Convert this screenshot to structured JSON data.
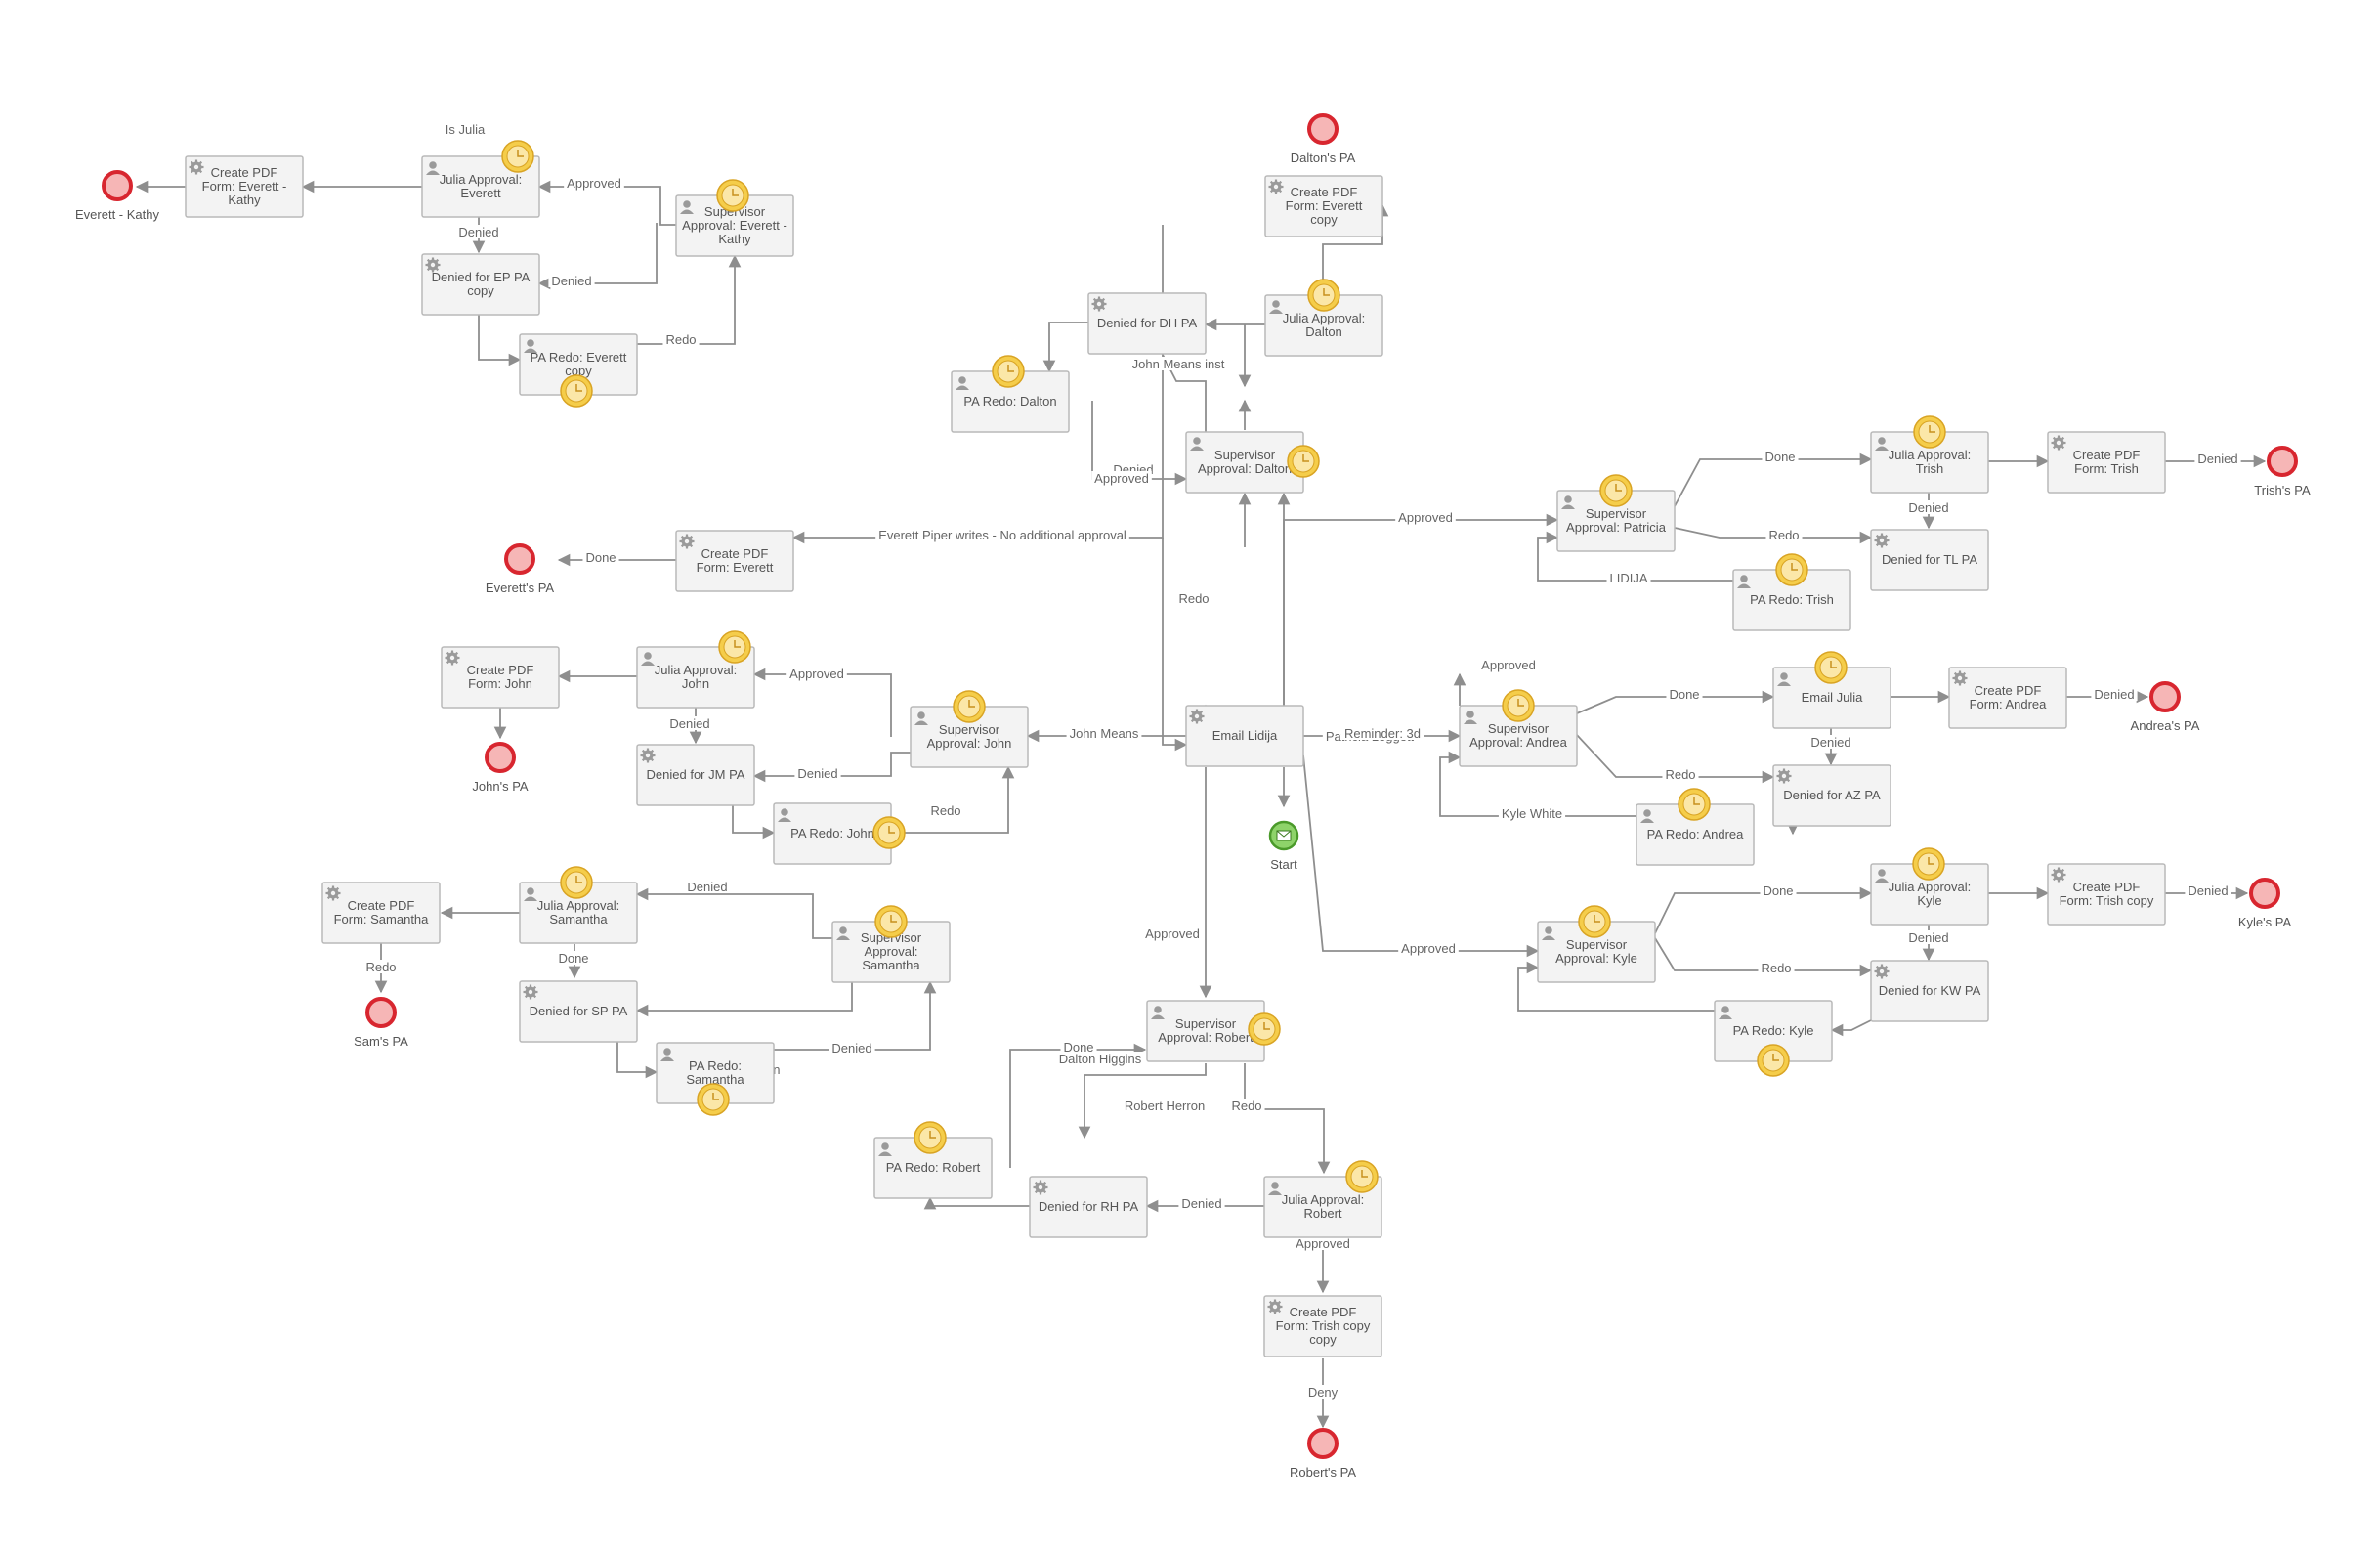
{
  "colors": {
    "task_fill": "#f3f3f3",
    "task_border": "#b9b9b9",
    "end_event": "#d8262f",
    "start_event": "#4a9a2a",
    "timer": "#f5cd4a",
    "flow": "#8e8e8e"
  },
  "tasks": [
    {
      "id": "t_create_everett_kathy",
      "icon": "gear-icon",
      "lines": [
        "Create PDF",
        "Form: Everett -",
        "Kathy"
      ]
    },
    {
      "id": "t_julia_everett",
      "icon": "user-icon",
      "lines": [
        "Julia Approval:",
        "Everett"
      ]
    },
    {
      "id": "t_sup_everett_kathy",
      "icon": "user-icon",
      "lines": [
        "Supervisor",
        "Approval: Everett -",
        "Kathy"
      ]
    },
    {
      "id": "t_denied_ep",
      "icon": "gear-icon",
      "lines": [
        "Denied for EP PA",
        "copy"
      ]
    },
    {
      "id": "t_redo_everett",
      "icon": "user-icon",
      "lines": [
        "PA Redo: Everett",
        "copy"
      ]
    },
    {
      "id": "t_create_everett",
      "icon": "gear-icon",
      "lines": [
        "Create PDF",
        "Form: Everett"
      ]
    },
    {
      "id": "t_create_john",
      "icon": "gear-icon",
      "lines": [
        "Create PDF",
        "Form: John"
      ]
    },
    {
      "id": "t_julia_john",
      "icon": "user-icon",
      "lines": [
        "Julia Approval:",
        "John"
      ]
    },
    {
      "id": "t_denied_jm",
      "icon": "gear-icon",
      "lines": [
        "Denied for JM PA"
      ]
    },
    {
      "id": "t_sup_john",
      "icon": "user-icon",
      "lines": [
        "Supervisor",
        "Approval: John"
      ]
    },
    {
      "id": "t_redo_john",
      "icon": "user-icon",
      "lines": [
        "PA Redo: John"
      ]
    },
    {
      "id": "t_create_samantha",
      "icon": "gear-icon",
      "lines": [
        "Create PDF",
        "Form: Samantha"
      ]
    },
    {
      "id": "t_julia_samantha",
      "icon": "user-icon",
      "lines": [
        "Julia Approval:",
        "Samantha"
      ]
    },
    {
      "id": "t_denied_sp",
      "icon": "gear-icon",
      "lines": [
        "Denied for SP PA"
      ]
    },
    {
      "id": "t_sup_samantha",
      "icon": "user-icon",
      "lines": [
        "Supervisor",
        "Approval:",
        "Samantha"
      ]
    },
    {
      "id": "t_redo_samantha",
      "icon": "user-icon",
      "lines": [
        "PA Redo:",
        "Samantha"
      ]
    },
    {
      "id": "t_create_dalton",
      "icon": "gear-icon",
      "lines": [
        "Create PDF",
        "Form: Everett",
        "copy"
      ]
    },
    {
      "id": "t_denied_dh",
      "icon": "gear-icon",
      "lines": [
        "Denied for DH PA"
      ]
    },
    {
      "id": "t_julia_dalton",
      "icon": "user-icon",
      "lines": [
        "Julia Approval:",
        "Dalton"
      ]
    },
    {
      "id": "t_redo_dalton",
      "icon": "user-icon",
      "lines": [
        "PA Redo: Dalton"
      ]
    },
    {
      "id": "t_sup_dalton",
      "icon": "user-icon",
      "lines": [
        "Supervisor",
        "Approval: Dalton"
      ]
    },
    {
      "id": "t_email_lidija",
      "icon": "gear-icon",
      "lines": [
        "Email Lidija"
      ]
    },
    {
      "id": "t_sup_robert",
      "icon": "user-icon",
      "lines": [
        "Supervisor",
        "Approval: Robert"
      ]
    },
    {
      "id": "t_redo_robert",
      "icon": "user-icon",
      "lines": [
        "PA Redo: Robert"
      ]
    },
    {
      "id": "t_denied_rh",
      "icon": "gear-icon",
      "lines": [
        "Denied for RH PA"
      ]
    },
    {
      "id": "t_julia_robert",
      "icon": "user-icon",
      "lines": [
        "Julia Approval:",
        "Robert"
      ]
    },
    {
      "id": "t_create_robert",
      "icon": "gear-icon",
      "lines": [
        "Create PDF",
        "Form: Trish copy",
        "copy"
      ]
    },
    {
      "id": "t_sup_patricia",
      "icon": "user-icon",
      "lines": [
        "Supervisor",
        "Approval: Patricia"
      ]
    },
    {
      "id": "t_julia_trish",
      "icon": "user-icon",
      "lines": [
        "Julia Approval:",
        "Trish"
      ]
    },
    {
      "id": "t_create_trish",
      "icon": "gear-icon",
      "lines": [
        "Create PDF",
        "Form: Trish"
      ]
    },
    {
      "id": "t_denied_tl",
      "icon": "gear-icon",
      "lines": [
        "Denied for TL PA"
      ]
    },
    {
      "id": "t_redo_trish",
      "icon": "user-icon",
      "lines": [
        "PA Redo: Trish"
      ]
    },
    {
      "id": "t_sup_andrea",
      "icon": "user-icon",
      "lines": [
        "Supervisor",
        "Approval: Andrea"
      ]
    },
    {
      "id": "t_email_julia",
      "icon": "user-icon",
      "lines": [
        "Email Julia"
      ]
    },
    {
      "id": "t_create_andrea",
      "icon": "gear-icon",
      "lines": [
        "Create PDF",
        "Form: Andrea"
      ]
    },
    {
      "id": "t_denied_az",
      "icon": "gear-icon",
      "lines": [
        "Denied for AZ PA"
      ]
    },
    {
      "id": "t_redo_andrea",
      "icon": "user-icon",
      "lines": [
        "PA Redo: Andrea"
      ]
    },
    {
      "id": "t_sup_kyle",
      "icon": "user-icon",
      "lines": [
        "Supervisor",
        "Approval: Kyle"
      ]
    },
    {
      "id": "t_julia_kyle",
      "icon": "user-icon",
      "lines": [
        "Julia Approval:",
        "Kyle"
      ]
    },
    {
      "id": "t_create_kyle",
      "icon": "gear-icon",
      "lines": [
        "Create PDF",
        "Form: Trish copy"
      ]
    },
    {
      "id": "t_denied_kw",
      "icon": "gear-icon",
      "lines": [
        "Denied for KW PA"
      ]
    },
    {
      "id": "t_redo_kyle",
      "icon": "user-icon",
      "lines": [
        "PA Redo: Kyle"
      ]
    }
  ],
  "end_events": [
    {
      "id": "e_everett_kathy",
      "label": "Everett - Kathy"
    },
    {
      "id": "e_everett",
      "label": "Everett's PA"
    },
    {
      "id": "e_john",
      "label": "John's PA"
    },
    {
      "id": "e_sam",
      "label": "Sam's PA"
    },
    {
      "id": "e_dalton",
      "label": "Dalton's PA"
    },
    {
      "id": "e_robert",
      "label": "Robert's PA"
    },
    {
      "id": "e_trish",
      "label": "Trish's PA"
    },
    {
      "id": "e_andrea",
      "label": "Andrea's PA"
    },
    {
      "id": "e_kyle",
      "label": "Kyle's PA"
    }
  ],
  "start_event": {
    "id": "s_start",
    "label": "Start"
  },
  "flow_labels": [
    "Is Julia",
    "Approved",
    "Denied",
    "Denied",
    "Redo",
    "Everett Piper writes - No additional approval",
    "Done",
    "Approved",
    "Denied",
    "Denied",
    "Redo",
    "John Means",
    "Approved",
    "Denied",
    "Denied",
    "Redo",
    "Done",
    "Samantha Peterson",
    "Denied",
    "Denied",
    "Approved",
    "John Means inst",
    "Redo",
    "Dalton Higgins",
    "Robert Herron",
    "Redo",
    "Denied",
    "Approved",
    "Deny",
    "Done",
    "Patricia Leggett",
    "Approved",
    "Done",
    "Denied",
    "Denied",
    "Redo",
    "LIDIJA",
    "Reminder: 3d",
    "Approved",
    "Done",
    "Denied",
    "Denied",
    "Redo",
    "Kyle White",
    "Approved",
    "Done",
    "Denied",
    "Denied",
    "Redo"
  ]
}
